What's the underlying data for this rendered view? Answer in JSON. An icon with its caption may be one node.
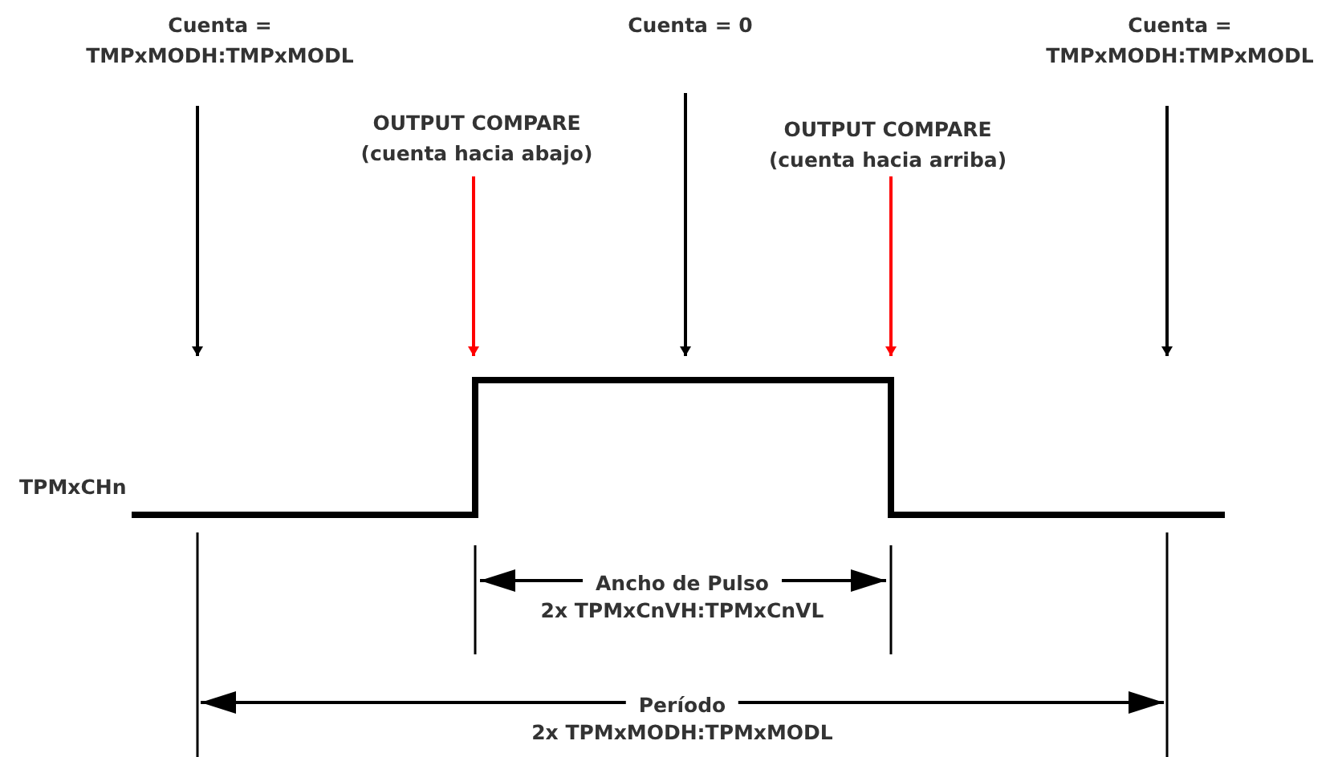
{
  "diagram": {
    "nodes": [
      {
        "text": [
          "Cuenta = TMPxMODH:TMPxMODL"
        ]
      },
      {
        "text": [
          "Cuenta = 0"
        ]
      },
      {
        "text": [
          "Cuenta = TMPxMODH:TMPxMODL"
        ]
      },
      {
        "text": [
          "OUTPUT COMPARE",
          "(cuenta hacia abajo)"
        ]
      },
      {
        "text": [
          "OUTPUT COMPARE",
          "(cuenta hacia arriba)"
        ]
      }
    ],
    "edges": [
      {
        "from": 0,
        "to": null,
        "arrow": "to"
      },
      {
        "from": 3,
        "to": null,
        "arrow": "to",
        "color": "#ff0000"
      },
      {
        "from": 1,
        "to": null,
        "arrow": "to"
      },
      {
        "from": 4,
        "to": null,
        "arrow": "to",
        "color": "#ff0000"
      },
      {
        "from": 2,
        "to": null,
        "arrow": "to"
      }
    ],
    "labels": [
      "TPMxCHn",
      "Ancho de Pulso",
      "2x TPMxCnVH:TPMxCnVL",
      "Período",
      "2x TPMxMODH:TPMxMODL"
    ]
  }
}
